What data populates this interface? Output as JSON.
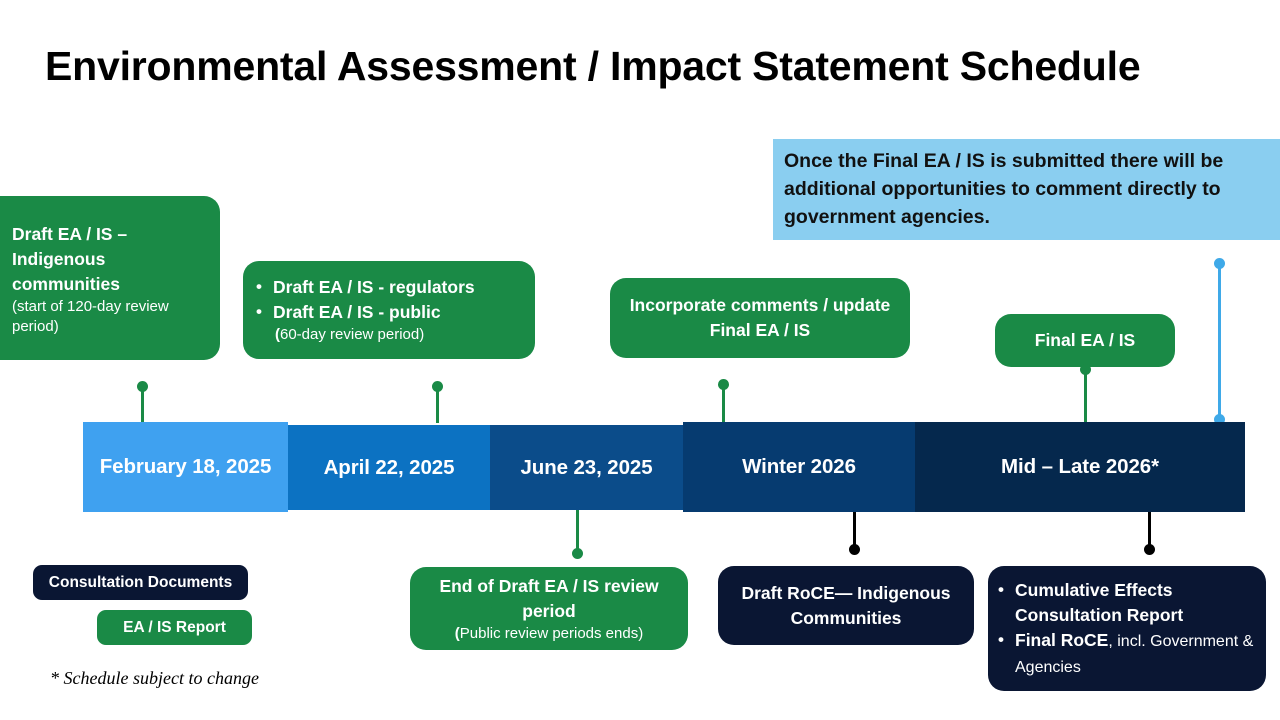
{
  "title": "Environmental Assessment / Impact Statement Schedule",
  "callout": {
    "text": "Once the Final EA / IS is submitted there will be additional opportunities to comment directly to government agencies.",
    "bg_color": "#8ACEF0"
  },
  "colors": {
    "green": "#1A8A46",
    "navy": "#0A1633",
    "light_blue": "#3FA9E8",
    "callout_blue": "#8ACEF0",
    "segment_1": "#3FA1F0",
    "segment_2": "#0C72C2",
    "segment_3": "#0B4C8A",
    "segment_4": "#063B70",
    "segment_5": "#05284D",
    "stem_black": "#000000"
  },
  "timeline": {
    "segments": [
      {
        "label": "February 18, 2025",
        "color": "#3FA1F0"
      },
      {
        "label": "April 22, 2025",
        "color": "#0C72C2"
      },
      {
        "label": "June 23, 2025",
        "color": "#0B4C8A"
      },
      {
        "label": "Winter 2026",
        "color": "#063B70"
      },
      {
        "label": "Mid – Late 2026*",
        "color": "#05284D"
      }
    ]
  },
  "above_cards": [
    {
      "id": "draft-ea-is-indigenous",
      "heading": "Draft EA / IS – Indigenous communities",
      "sub": "(start of 120-day review period)",
      "type": "green"
    },
    {
      "id": "draft-ea-is-regulators-public",
      "bullets": [
        "Draft EA / IS - regulators",
        "Draft EA / IS - public"
      ],
      "sub_bold_open": "(",
      "sub": "60-day review period)",
      "type": "green"
    },
    {
      "id": "incorporate-comments",
      "heading": "Incorporate comments / update Final EA / IS",
      "type": "green"
    },
    {
      "id": "final-ea-is",
      "heading": "Final EA / IS",
      "type": "green"
    }
  ],
  "below_cards": [
    {
      "id": "end-of-draft-review",
      "heading": "End of Draft EA / IS review period",
      "sub_bold_open": "(",
      "sub": "Public review periods ends)",
      "type": "green"
    },
    {
      "id": "draft-roce-indigenous",
      "heading": "Draft RoCE— Indigenous Communities",
      "type": "navy"
    },
    {
      "id": "cumulative-effects",
      "bullets": [
        "Cumulative Effects Consultation Report"
      ],
      "bullet_bold": "Final RoCE",
      "bullet_regular": ", incl. Government & Agencies",
      "type": "navy"
    }
  ],
  "legend": [
    {
      "label": "Consultation Documents",
      "type": "navy"
    },
    {
      "label": "EA / IS Report",
      "type": "green"
    }
  ],
  "footnote": "* Schedule subject to change"
}
